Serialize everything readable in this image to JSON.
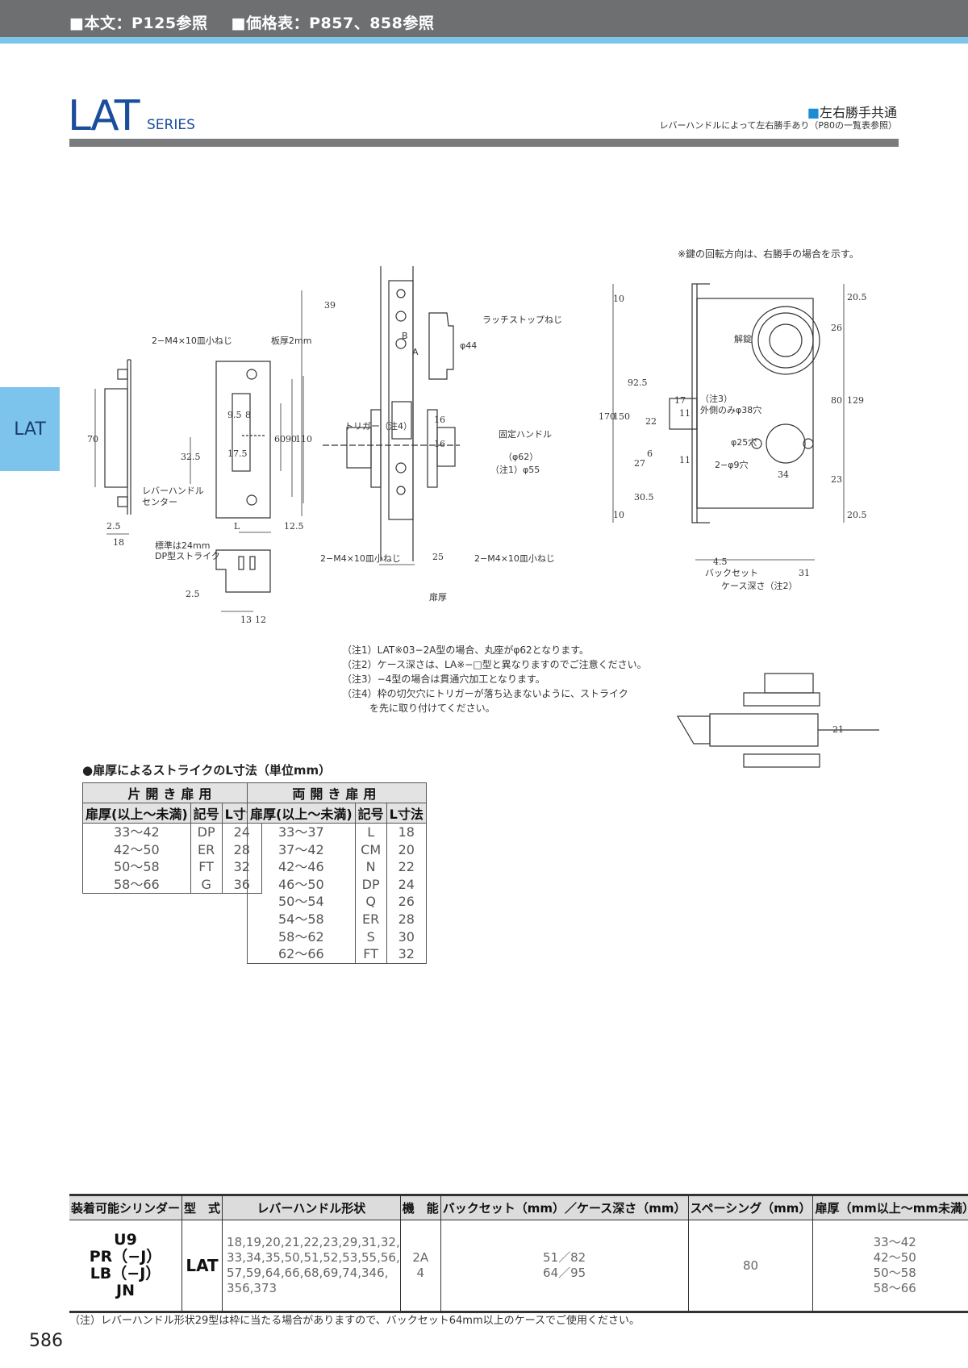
{
  "header": {
    "ref1": "■本文：P125参照",
    "ref2": "■価格表：P857、858参照"
  },
  "title": {
    "name": "LAT",
    "series": "SERIES",
    "right_main_square": "■",
    "right_main": "左右勝手共通",
    "right_sub": "レバーハンドルによって左右勝手あり（P80の一覧表参照）"
  },
  "side_tab": "LAT",
  "drawing": {
    "note_top": "※鍵の回転方向は、右勝手の場合を示す。",
    "labels": {
      "screw_a": "2−M4×10皿小ねじ",
      "plate": "板厚2mm",
      "lever_center1": "レバーハンドル",
      "lever_center2": "センター",
      "std_strike1": "標準は24mm",
      "std_strike2": "DP型ストライク",
      "latch_stop": "ラッチストップねじ",
      "trigger": "トリガー（注4）",
      "fixed_handle": "固定ハンドル",
      "screw_b": "2−M4×10皿小ねじ",
      "screw_c": "2−M4×10皿小ねじ",
      "door_thk": "扉厚",
      "unlock": "解錠",
      "note3a": "（注3）",
      "note3b": "外側のみφ38穴",
      "hole25": "φ25穴",
      "hole9": "2−φ9穴",
      "backset": "バックセット",
      "case_depth": "ケース深さ（注2）",
      "d44": "φ44",
      "d55": "（注1）φ55",
      "d62": "（φ62）",
      "mark_a": "A",
      "mark_b": "B"
    },
    "dims": {
      "d70": "70",
      "d2_5": "2.5",
      "d18": "18",
      "d32_5": "32.5",
      "d9_5": "9.5",
      "d8": "8",
      "d17_5": "17.5",
      "d60": "60",
      "d90": "90",
      "d110": "110",
      "d39": "39",
      "dL": "L",
      "d12_5": "12.5",
      "d2_5b": "2.5",
      "d13": "13",
      "d12": "12",
      "d16": "16",
      "d16b": "16",
      "d25": "25",
      "d10a": "10",
      "d170": "170",
      "d150": "150",
      "d92_5": "92.5",
      "d27": "27",
      "d6": "6",
      "d30_5": "30.5",
      "d10b": "10",
      "d17": "17",
      "d11": "11",
      "d22": "22",
      "d11b": "11",
      "d34": "34",
      "d20_5a": "20.5",
      "d26": "26",
      "d80": "80",
      "d129": "129",
      "d23": "23",
      "d20_5b": "20.5",
      "d4_5": "4.5",
      "d31": "31",
      "d21": "21"
    }
  },
  "notes": [
    "（注1）LAT※03−2A型の場合、丸座がφ62となります。",
    "（注2）ケース深さは、LA※−□型と異なりますのでご注意ください。",
    "（注3）−4型の場合は貫通穴加工となります。",
    "（注4）枠の切欠穴にトリガーが落ち込まないように、ストライク",
    "を先に取り付けてください。"
  ],
  "strike_title": "●扉厚によるストライクのL寸法（単位mm）",
  "single_door": {
    "group": "片開き扉用",
    "headers": [
      "扉厚(以上〜未満)",
      "記号",
      "L寸法"
    ],
    "rows": [
      [
        "33〜42",
        "DP",
        "24"
      ],
      [
        "42〜50",
        "ER",
        "28"
      ],
      [
        "50〜58",
        "FT",
        "32"
      ],
      [
        "58〜66",
        "G",
        "36"
      ]
    ]
  },
  "double_door": {
    "group": "両開き扉用",
    "headers": [
      "扉厚(以上〜未満)",
      "記号",
      "L寸法"
    ],
    "rows": [
      [
        "33〜37",
        "L",
        "18"
      ],
      [
        "37〜42",
        "CM",
        "20"
      ],
      [
        "42〜46",
        "N",
        "22"
      ],
      [
        "46〜50",
        "DP",
        "24"
      ],
      [
        "50〜54",
        "Q",
        "26"
      ],
      [
        "54〜58",
        "ER",
        "28"
      ],
      [
        "58〜62",
        "S",
        "30"
      ],
      [
        "62〜66",
        "FT",
        "32"
      ]
    ]
  },
  "spec": {
    "headers": [
      "装着可能シリンダー",
      "型　式",
      "レバーハンドル形状",
      "機　能",
      "バックセット（mm）／ケース深さ（mm）",
      "スペーシング（mm）",
      "扉厚（mm以上〜mm未満）"
    ],
    "cylinders": [
      "U9",
      "PR（−J）",
      "LB（−J）",
      "JN"
    ],
    "model": "LAT",
    "lever": [
      "18,19,20,21,22,23,29,31,32,",
      "33,34,35,50,51,52,53,55,56,",
      "57,59,64,66,68,69,74,346,",
      "356,373"
    ],
    "function": [
      "2A",
      "4"
    ],
    "backset": [
      "51／82",
      "64／95"
    ],
    "spacing": "80",
    "thickness": [
      "33〜42",
      "42〜50",
      "50〜58",
      "58〜66"
    ]
  },
  "foot_note": "（注）レバーハンドル形状29型は枠に当たる場合がありますので、バックセット64mm以上のケースでご使用ください。",
  "page_number": "586"
}
